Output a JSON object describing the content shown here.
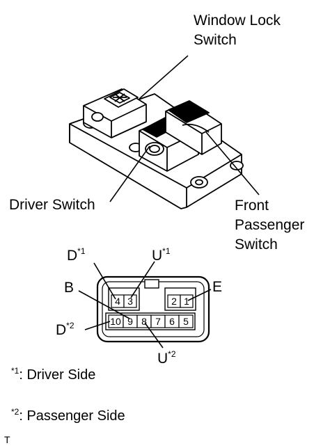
{
  "labels": {
    "window_lock_line1": "Window Lock",
    "window_lock_line2": "Switch",
    "driver_switch": "Driver Switch",
    "front_passenger_line1": "Front",
    "front_passenger_line2": "Passenger",
    "front_passenger_line3": "Switch"
  },
  "connector": {
    "top_left_pins": [
      "4",
      "3"
    ],
    "top_right_pins": [
      "2",
      "1"
    ],
    "bottom_pins": [
      "10",
      "9",
      "8",
      "7",
      "6",
      "5"
    ],
    "callouts": {
      "d1": {
        "letter": "D",
        "mark": "*1"
      },
      "u1": {
        "letter": "U",
        "mark": "*1"
      },
      "b": {
        "letter": "B"
      },
      "e": {
        "letter": "E"
      },
      "d2": {
        "letter": "D",
        "mark": "*2"
      },
      "u2": {
        "letter": "U",
        "mark": "*2"
      }
    }
  },
  "notes": [
    {
      "mark": "*1",
      "text": ": Driver Side"
    },
    {
      "mark": "*2",
      "text": ": Passenger Side"
    }
  ],
  "corner_mark": "T"
}
